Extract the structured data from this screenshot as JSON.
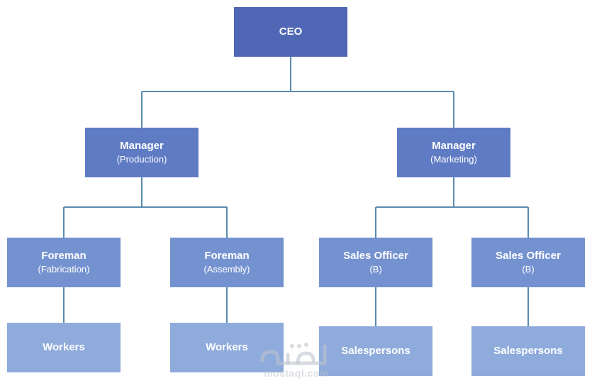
{
  "colors": {
    "line": "#5b8bb0",
    "level_0": "#4f67b4",
    "level_1": "#5f7bc4",
    "level_2": "#7592d0",
    "level_3": "#8eabdc",
    "watermark": "#c8ccd4"
  },
  "org": {
    "ceo": {
      "title": "CEO"
    },
    "manager_production": {
      "title": "Manager",
      "sub": "(Production)"
    },
    "manager_marketing": {
      "title": "Manager",
      "sub": "(Marketing)"
    },
    "foreman_fabrication": {
      "title": "Foreman",
      "sub": "(Fabrication)"
    },
    "foreman_assembly": {
      "title": "Foreman",
      "sub": "(Assembly)"
    },
    "sales_officer_1": {
      "title": "Sales Officer",
      "sub": "(B)"
    },
    "sales_officer_2": {
      "title": "Sales Officer",
      "sub": "(B)"
    },
    "workers_1": {
      "title": "Workers"
    },
    "workers_2": {
      "title": "Workers"
    },
    "salespersons_1": {
      "title": "Salespersons"
    },
    "salespersons_2": {
      "title": "Salespersons"
    }
  },
  "watermark": {
    "text": "mostaql.com",
    "logo_icon": "mostaql-logo"
  }
}
